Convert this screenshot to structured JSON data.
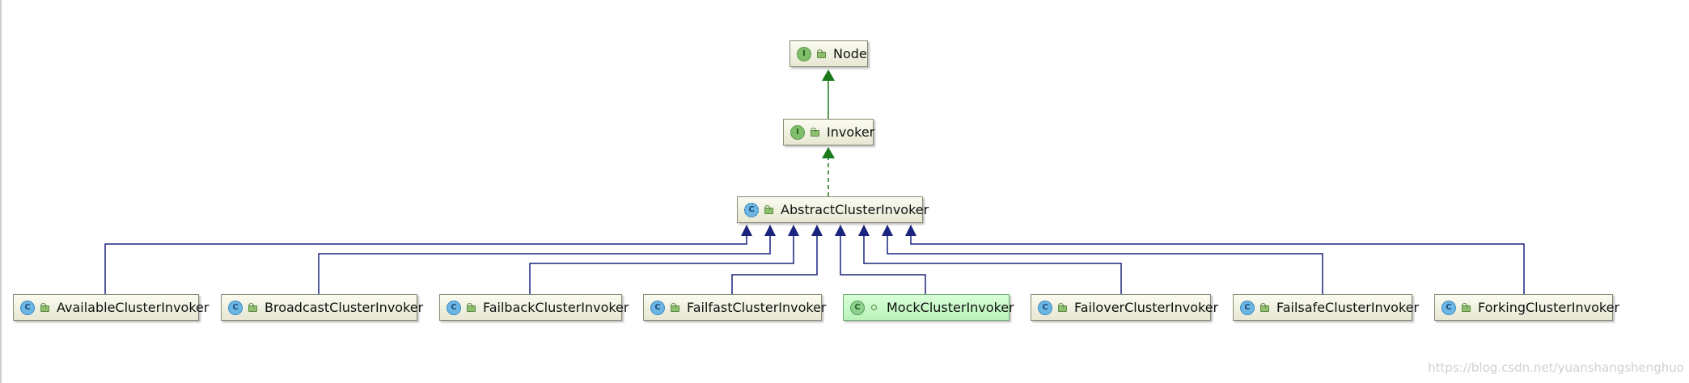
{
  "diagram": {
    "nodes": {
      "node": {
        "label": "Node",
        "kind": "interface",
        "badge": "I"
      },
      "invoker": {
        "label": "Invoker",
        "kind": "interface",
        "badge": "I"
      },
      "abstract": {
        "label": "AbstractClusterInvoker",
        "kind": "abstract-class",
        "badge": "C"
      },
      "children": [
        {
          "label": "AvailableClusterInvoker",
          "badge": "C"
        },
        {
          "label": "BroadcastClusterInvoker",
          "badge": "C"
        },
        {
          "label": "FailbackClusterInvoker",
          "badge": "C"
        },
        {
          "label": "FailfastClusterInvoker",
          "badge": "C"
        },
        {
          "label": "MockClusterInvoker",
          "badge": "C",
          "highlighted": true
        },
        {
          "label": "FailoverClusterInvoker",
          "badge": "C"
        },
        {
          "label": "FailsafeClusterInvoker",
          "badge": "C"
        },
        {
          "label": "ForkingClusterInvoker",
          "badge": "C"
        }
      ]
    },
    "colors": {
      "interface_extends": "#1a7a1a",
      "class_extends": "#1a237e",
      "highlight_fill": "#c9f5c9"
    }
  },
  "watermark": "https://blog.csdn.net/yuanshangshenghuo"
}
